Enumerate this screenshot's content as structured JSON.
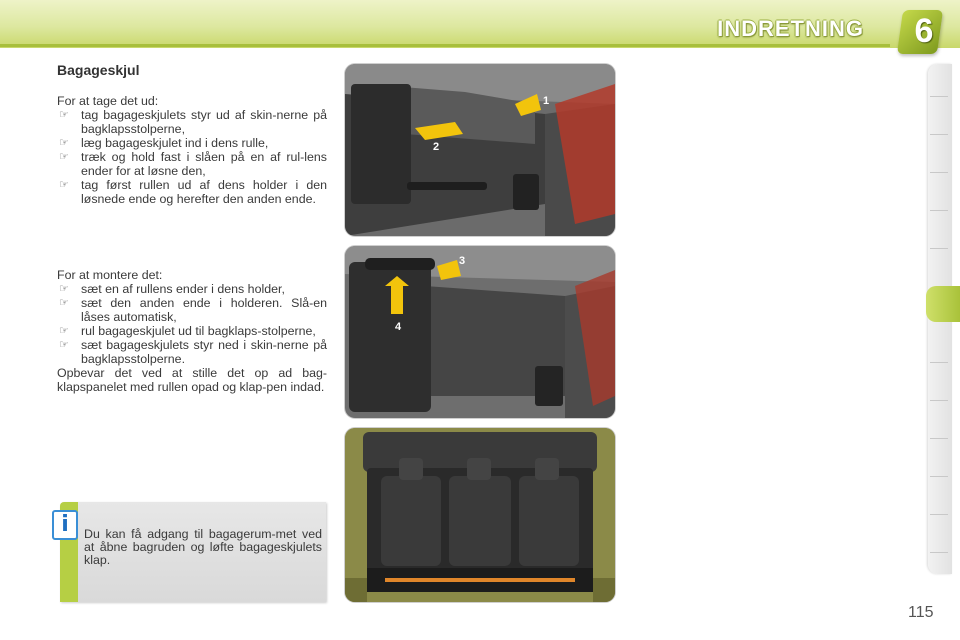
{
  "header": {
    "chapter_title": "INDRETNING",
    "chapter_number": "6"
  },
  "section": {
    "title": "Bagageskjul",
    "remove_intro": "For at tage det ud:",
    "remove_steps": [
      "tag bagageskjulets styr ud af skin-nerne på bagklapsstolperne,",
      "læg bagageskjulet ind i dens rulle,",
      "træk og hold fast i slåen på en af rul-lens ender for at løsne den,",
      "tag først rullen ud af dens holder i den løsnede ende og herefter den anden ende."
    ],
    "install_intro": "For at montere det:",
    "install_steps": [
      "sæt en af rullens ender i dens holder,",
      "sæt den anden ende i holderen. Slå-en låses automatisk,",
      "rul bagageskjulet ud til bagklaps-stolperne,",
      "sæt bagageskjulets styr ned i skin-nerne på bagklapsstolperne."
    ],
    "storage_note": "Opbevar det ved at stille det op ad bag-klapspanelet med rullen opad og klap-pen indad.",
    "bullet_symbol": "☞"
  },
  "info": {
    "icon": "i",
    "text": "Du kan få adgang til bagagerum-met ved at åbne bagruden og løfte bagageskjulets klap."
  },
  "illustrations": {
    "first_labels": [
      "1",
      "2"
    ],
    "second_labels": [
      "3",
      "4"
    ]
  },
  "colors": {
    "accent_green": "#b6cf44",
    "info_blue": "#1f6fc1"
  },
  "page_number": "115"
}
